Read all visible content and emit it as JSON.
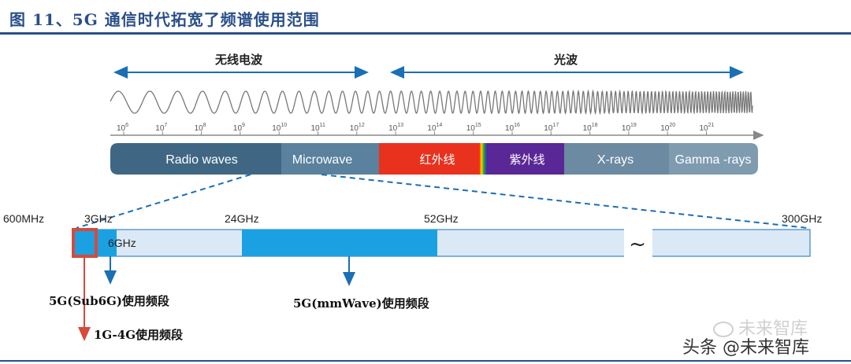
{
  "title": "图 11、5G 通信时代拓宽了频谱使用范围",
  "spectrum": {
    "left_header": "无线电波",
    "right_header": "光波",
    "exponents": [
      "6",
      "7",
      "8",
      "9",
      "10",
      "11",
      "12",
      "13",
      "14",
      "15",
      "16",
      "17",
      "18",
      "19",
      "20",
      "21"
    ],
    "bands": [
      {
        "label": "Radio waves",
        "color": "#3f6784"
      },
      {
        "label": "Microwave",
        "color": "#5a819d"
      },
      {
        "label": "红外线",
        "color": "#e8321e"
      },
      {
        "label": "紫外线",
        "color": "#5a2796"
      },
      {
        "label": "X-rays",
        "color": "#6c8aa2"
      },
      {
        "label": "Gamma -rays",
        "color": "#7e9bb0"
      }
    ]
  },
  "freq_bar": {
    "labels": [
      "600MHz",
      "3GHz",
      "6GHz",
      "24GHz",
      "52GHz",
      "300GHz"
    ],
    "tilde": "~",
    "light_color": "#dbe9f7",
    "bright_color": "#1ba1e2",
    "highlight_color": "#d64a3c"
  },
  "captions": {
    "sub6g": "5G(Sub6G)使用频段",
    "mmwave": "5G(mmWave)使用频段",
    "g14": "1G-4G使用频段"
  },
  "watermark": {
    "line1": "未来智库",
    "line2": "头条 @未来智库"
  }
}
